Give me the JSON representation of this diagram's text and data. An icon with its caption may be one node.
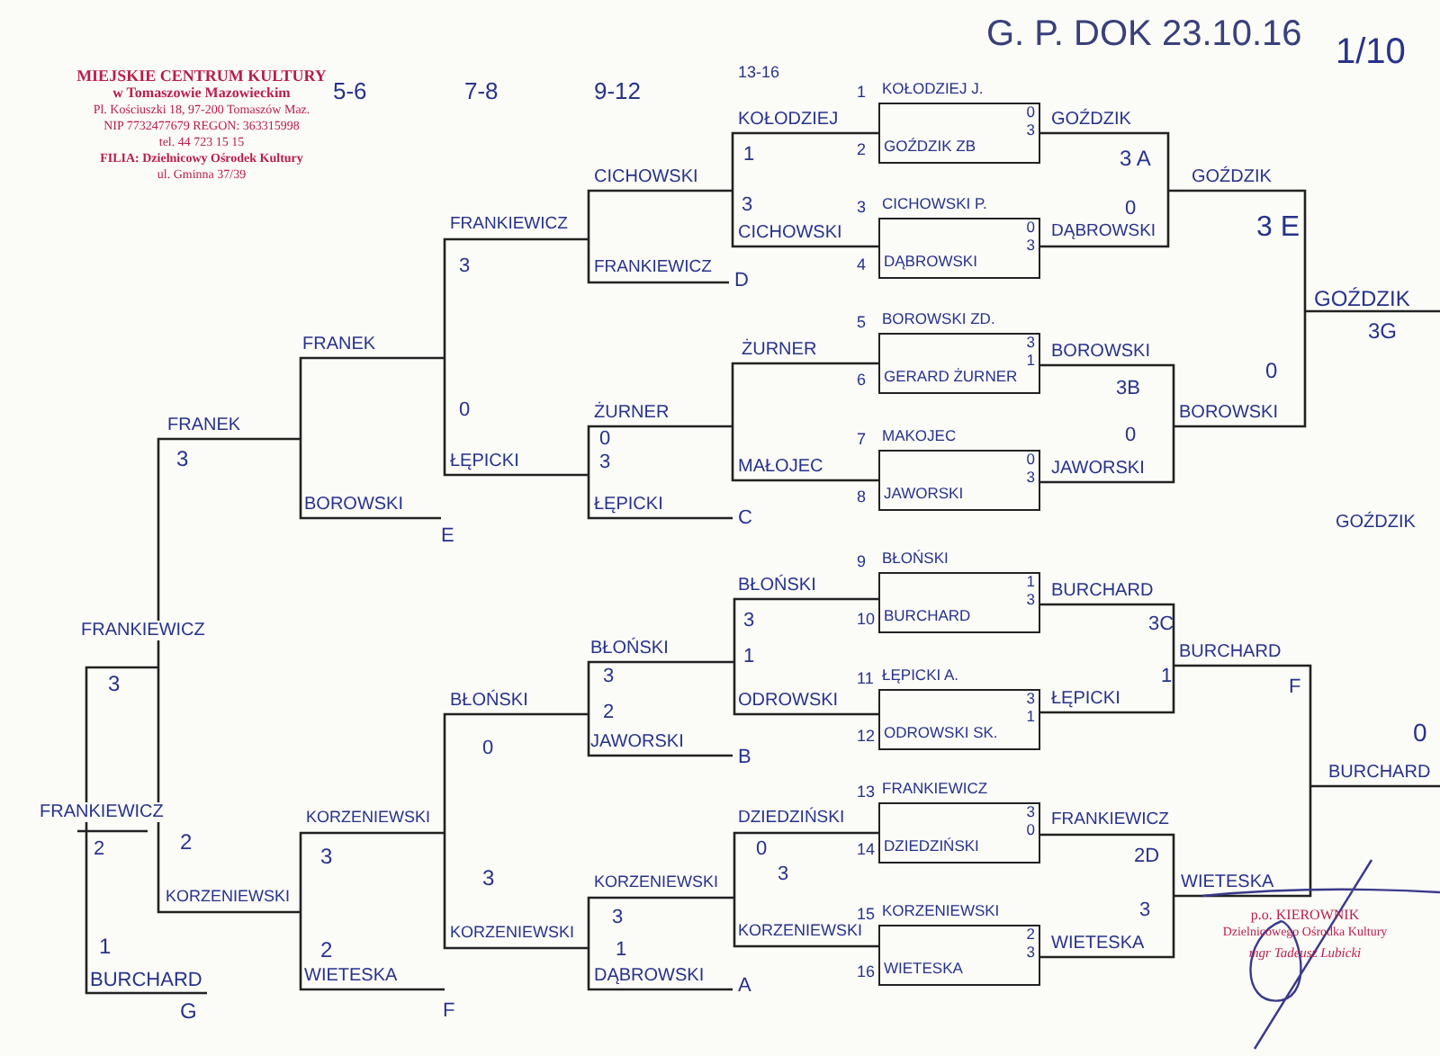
{
  "diagram": {
    "title": "G. P. DOK 23.10.16",
    "nodes": [
      {
        "text": [
          "KOŁODZIEJ J.",
          "0",
          "3",
          "GOŹDZIK ZB"
        ],
        "beside": [
          "1",
          "2"
        ]
      },
      {
        "text": [
          "CICHOWSKI P.",
          "0",
          "3",
          "DĄBROWSKI"
        ],
        "beside": [
          "3",
          "4"
        ]
      },
      {
        "text": [
          "BOROWSKI ZD.",
          "3",
          "1",
          "GERARD ŻURNER"
        ],
        "beside": [
          "5",
          "6"
        ]
      },
      {
        "text": [
          "MAKOJEC",
          "0",
          "3",
          "JAWORSKI"
        ],
        "beside": [
          "7",
          "8"
        ]
      },
      {
        "text": [
          "BŁOŃSKI",
          "1",
          "3",
          "BURCHARD"
        ],
        "beside": [
          "9",
          "10"
        ]
      },
      {
        "text": [
          "ŁĘPICKI A.",
          "3",
          "1",
          "ODROWSKI SK."
        ],
        "beside": [
          "11",
          "12"
        ]
      },
      {
        "text": [
          "FRANKIEWICZ",
          "3",
          "0",
          "DZIEDZIŃSKI"
        ],
        "beside": [
          "13",
          "14"
        ]
      },
      {
        "text": [
          "KORZENIEWSKI",
          "2",
          "3",
          "WIETESKA"
        ],
        "beside": [
          "15",
          "16"
        ]
      }
    ],
    "labels": [
      "MIEJSKIE CENTRUM KULTURY",
      "w Tomaszowie Mazowieckim",
      "Pl. Kościuszki 18, 97-200 Tomaszów Maz.",
      "NIP 7732477679 REGON: 363315998",
      "tel. 44 723 15 15",
      "FILIA: Dzielnicowy Ośrodek Kultury",
      "ul. Gminna 37/39",
      "1/10",
      "5-6",
      "7-8",
      "9-12",
      "13-16",
      "KOŁODZIEJ",
      "GOŹDZIK",
      "CICHOWSKI",
      "1",
      "3 A",
      "GOŹDZIK",
      "3",
      "CICHOWSKI",
      "0",
      "DĄBROWSKI",
      "3 E",
      "FRANKIEWICZ",
      "3",
      "FRANKIEWICZ",
      "D",
      "GOŹDZIK",
      "3G",
      "FRANEK",
      "ŻURNER",
      "BOROWSKI",
      "3B",
      "FRANEK",
      "ŻURNER",
      "0",
      "0",
      "BOROWSKI",
      "0",
      "0",
      "3",
      "ŁĘPICKI",
      "3",
      "MAŁOJEC",
      "JAWORSKI",
      "BOROWSKI",
      "ŁĘPICKI",
      "C",
      "E",
      "GOŹDZIK",
      "BŁOŃSKI",
      "BURCHARD",
      "3C",
      "BURCHARD",
      "FRANKIEWICZ",
      "BŁOŃSKI",
      "3",
      "3",
      "3",
      "1",
      "1",
      "BŁOŃSKI",
      "2",
      "ODROWSKI",
      "ŁĘPICKI",
      "F",
      "0",
      "0",
      "JAWORSKI",
      "B",
      "BURCHARD",
      "FRANKIEWICZ",
      "DZIEDZIŃSKI",
      "FRANKIEWICZ",
      "2",
      "2",
      "KORZENIEWSKI",
      "3",
      "0",
      "2D",
      "3",
      "KORZENIEWSKI",
      "3",
      "WIETESKA",
      "KORZENIEWSKI",
      "3",
      "3",
      "1",
      "2",
      "KORZENIEWSKI",
      "1",
      "KORZENIEWSKI",
      "WIETESKA",
      "BURCHARD",
      "WIETESKA",
      "DĄBROWSKI",
      "A",
      "G",
      "F",
      "p.o. KIEROWNIK",
      "Dzielnicowego Ośrodka Kultury",
      "mgr Tadeusz Lubicki"
    ]
  }
}
